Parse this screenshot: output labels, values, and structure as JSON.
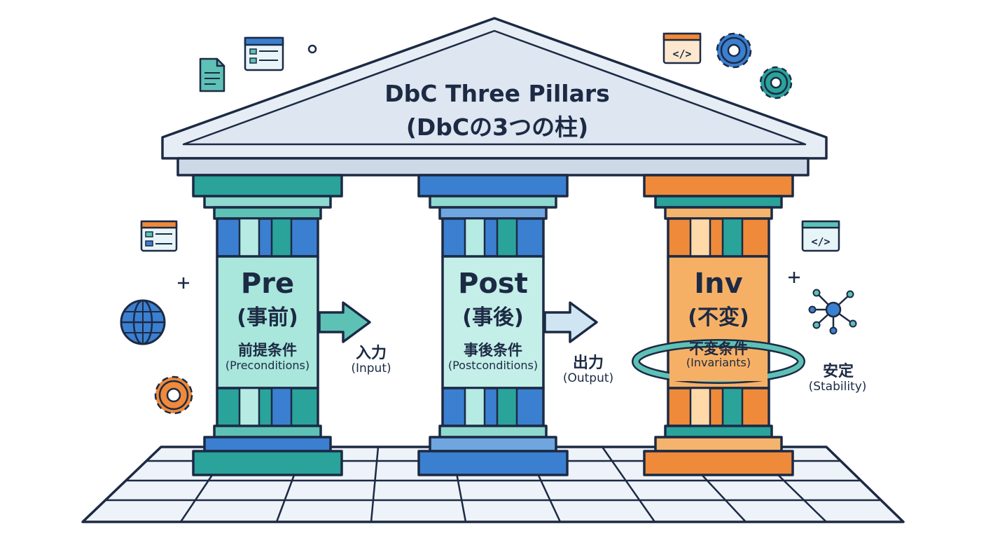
{
  "title": "DbC Three Pillars",
  "title_sub": "(DbCの3つの柱)",
  "pillars": [
    {
      "name": "Pre",
      "name_jp": "(事前)",
      "term_jp": "前提条件",
      "term_en": "(Preconditions)",
      "color": "#2aa39a"
    },
    {
      "name": "Post",
      "name_jp": "(事後)",
      "term_jp": "事後条件",
      "term_en": "(Postconditions)",
      "color": "#3b7fd0"
    },
    {
      "name": "Inv",
      "name_jp": "(不変)",
      "term_jp": "不変条件",
      "term_en": "(Invariants)",
      "color": "#ef8a3a"
    }
  ],
  "labels": {
    "input_jp": "入力",
    "input_en": "(Input)",
    "output_jp": "出力",
    "output_en": "(Output)",
    "stability_jp": "安定",
    "stability_en": "(Stability)"
  },
  "icons": [
    "document-icon",
    "browser-window-icon",
    "code-window-icon",
    "gear-icon",
    "globe-icon",
    "network-node-icon",
    "plus-icon"
  ]
}
